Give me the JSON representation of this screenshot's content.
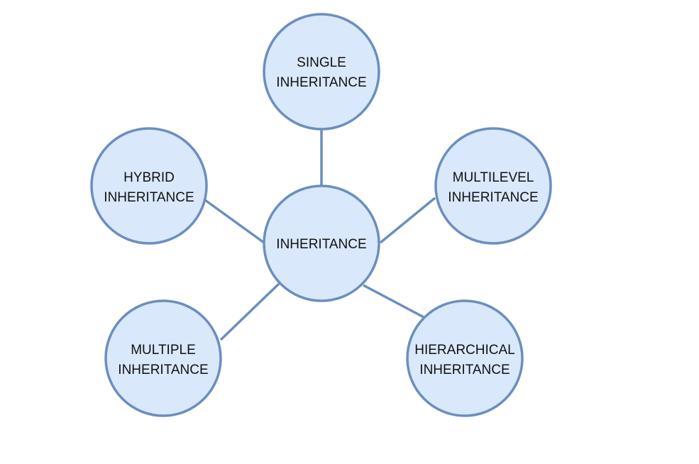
{
  "diagram": {
    "center": {
      "lines": [
        "INHERITANCE"
      ]
    },
    "nodes": {
      "single": {
        "lines": [
          "SINGLE",
          "INHERITANCE"
        ]
      },
      "hybrid": {
        "lines": [
          "HYBRID",
          "INHERITANCE"
        ]
      },
      "multilevel": {
        "lines": [
          "MULTILEVEL",
          "INHERITANCE"
        ]
      },
      "multiple": {
        "lines": [
          "MULTIPLE",
          "INHERITANCE"
        ]
      },
      "hierarchical": {
        "lines": [
          "HIERARCHICAL",
          "INHERITANCE"
        ]
      }
    },
    "colors": {
      "fill": "#dae8fc",
      "stroke": "#6c8ebf",
      "text": "#111111"
    }
  }
}
